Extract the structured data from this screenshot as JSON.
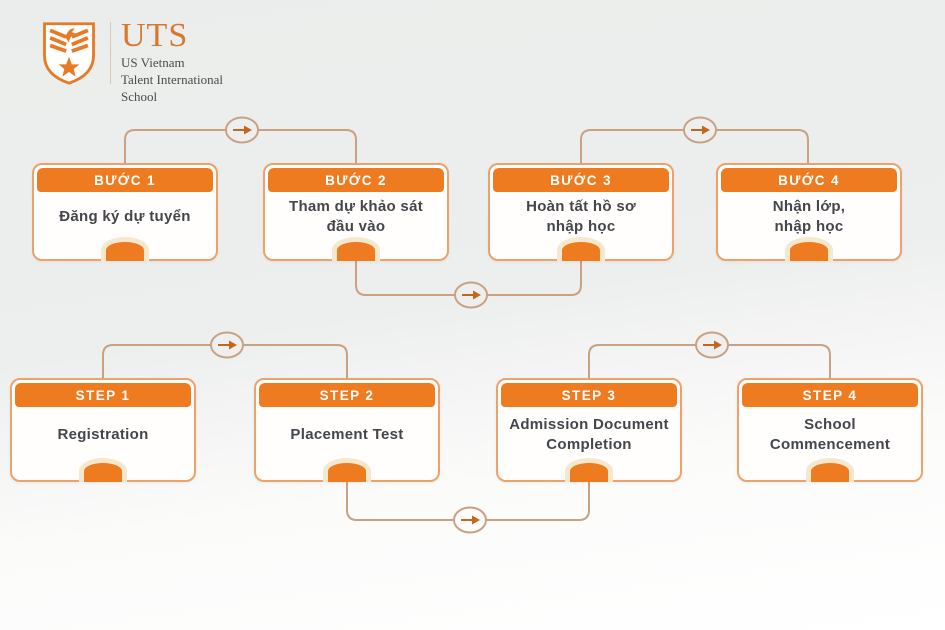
{
  "logo": {
    "abbr": "UTS",
    "name": "US Vietnam\nTalent International\nSchool"
  },
  "colors": {
    "accent_orange": "#ef7b21",
    "card_border": "#eca26a",
    "connector_line": "#c9a183",
    "arrow": "#c4661c",
    "body_text": "#43464b",
    "notch_ring": "#f6e8cd",
    "background": "#edefee"
  },
  "rows": {
    "vietnamese": {
      "cards": [
        {
          "header": "BƯỚC 1",
          "body": "Đăng ký dự tuyển"
        },
        {
          "header": "BƯỚC 2",
          "body": "Tham dự khảo sát\nđầu vào"
        },
        {
          "header": "BƯỚC 3",
          "body": "Hoàn tất hồ sơ\nnhập học"
        },
        {
          "header": "BƯỚC 4",
          "body": "Nhận lớp,\nnhập học"
        }
      ]
    },
    "english": {
      "cards": [
        {
          "header": "STEP 1",
          "body": "Registration"
        },
        {
          "header": "STEP 2",
          "body": "Placement Test"
        },
        {
          "header": "STEP 3",
          "body": "Admission Document\nCompletion"
        },
        {
          "header": "STEP 4",
          "body": "School\nCommencement"
        }
      ]
    }
  }
}
